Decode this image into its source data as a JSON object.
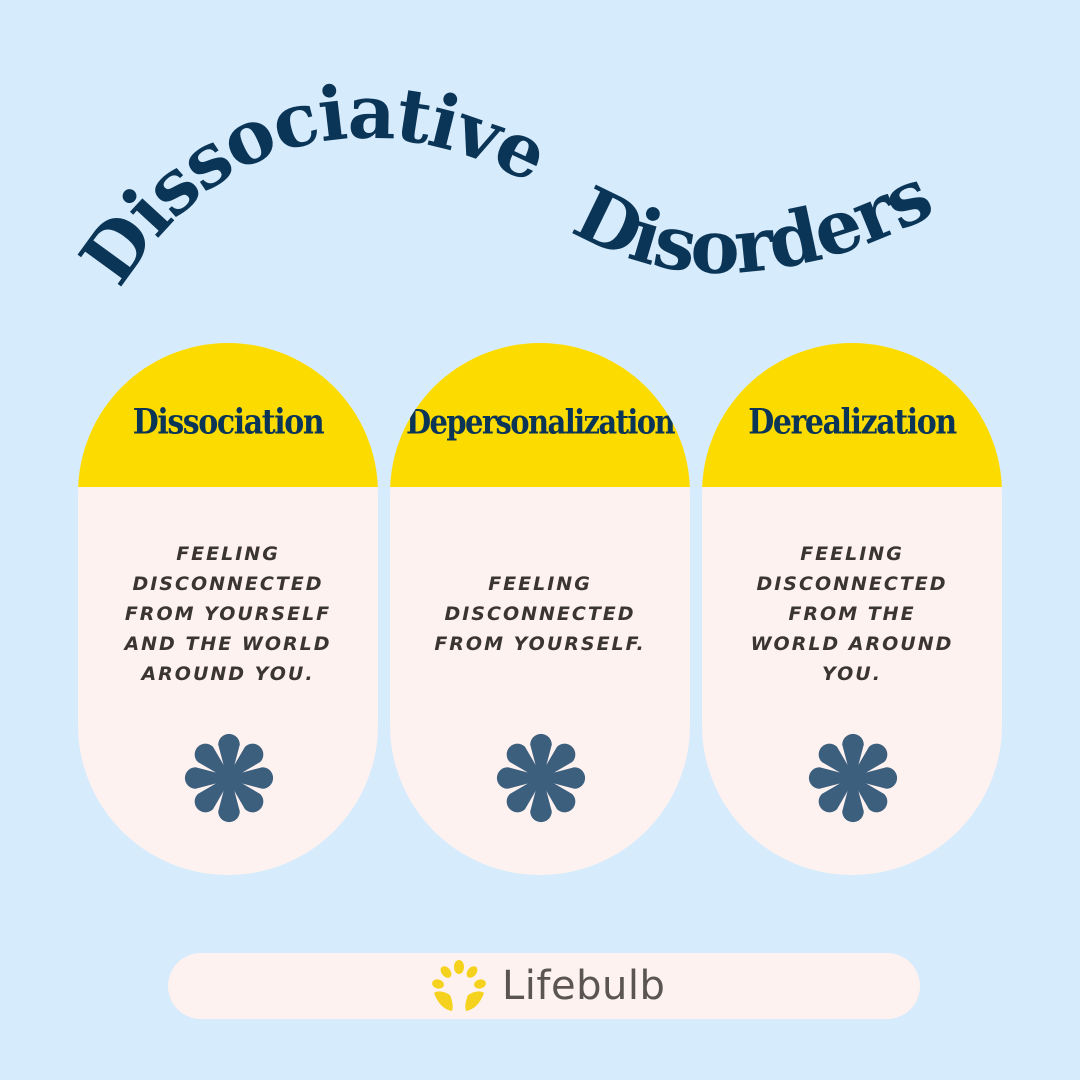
{
  "title": {
    "part1": "Dissociative",
    "part2": "Disorders",
    "color": "#0b3557"
  },
  "cards": [
    {
      "heading": "Dissociation",
      "lines": [
        "FEELING",
        "DISCONNECTED",
        "FROM YOURSELF",
        "AND THE WORLD",
        "AROUND YOU."
      ],
      "icon": "flower-icon"
    },
    {
      "heading": "Depersonalization",
      "lines": [
        "FEELING",
        "DISCONNECTED",
        "FROM YOURSELF."
      ],
      "icon": "flower-icon"
    },
    {
      "heading": "Derealization",
      "lines": [
        "FEELING",
        "DISCONNECTED",
        "FROM THE",
        "WORLD AROUND",
        "YOU."
      ],
      "icon": "flower-icon"
    }
  ],
  "footer": {
    "brand": "Lifebulb",
    "logo_icon": "sun-leaves-icon"
  },
  "colors": {
    "background": "#d6ebfc",
    "card_body": "#fdf2f0",
    "card_cap": "#fbdb00",
    "heading": "#0b3557",
    "body_text": "#3a3533",
    "flower": "#3c5f7e",
    "logo_leaf": "#f5d21e",
    "logo_text": "#5a5550"
  }
}
